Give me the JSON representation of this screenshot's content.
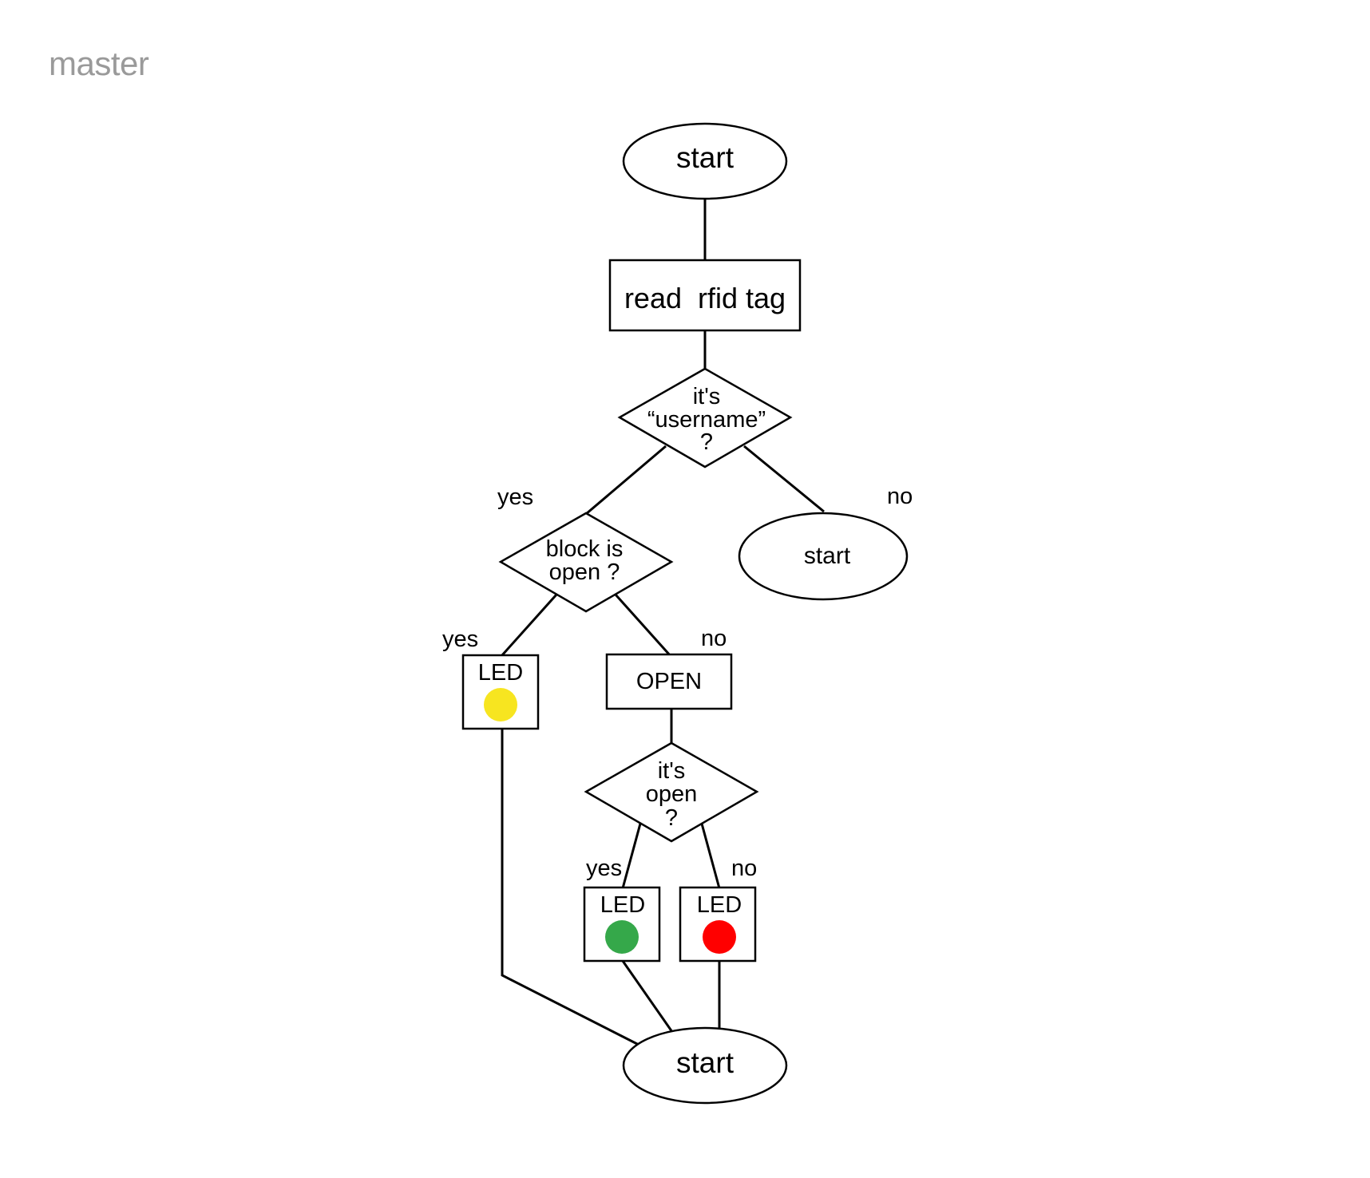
{
  "title": "master",
  "nodes": {
    "start_top": {
      "type": "terminal",
      "label": "start"
    },
    "read_tag": {
      "type": "process",
      "label": "read  rfid tag"
    },
    "is_username": {
      "type": "decision",
      "lines": [
        "it's",
        "“username”",
        "?"
      ]
    },
    "start_no_user": {
      "type": "terminal",
      "label": "start"
    },
    "block_open": {
      "type": "decision",
      "lines": [
        "block is",
        "open ?"
      ]
    },
    "led_yellow": {
      "type": "process",
      "label": "LED",
      "led_color": "#f7e520"
    },
    "open_action": {
      "type": "process",
      "label": "OPEN"
    },
    "is_open": {
      "type": "decision",
      "lines": [
        "it's",
        "open",
        "?"
      ]
    },
    "led_green": {
      "type": "process",
      "label": "LED",
      "led_color": "#35a84a"
    },
    "led_red": {
      "type": "process",
      "label": "LED",
      "led_color": "#ff0000"
    },
    "start_bottom": {
      "type": "terminal",
      "label": "start"
    }
  },
  "edge_labels": {
    "username_yes": "yes",
    "username_no": "no",
    "block_yes": "yes",
    "block_no": "no",
    "open_yes": "yes",
    "open_no": "no"
  },
  "edges": [
    {
      "from": "start_top",
      "to": "read_tag"
    },
    {
      "from": "read_tag",
      "to": "is_username"
    },
    {
      "from": "is_username",
      "to": "block_open",
      "label": "yes"
    },
    {
      "from": "is_username",
      "to": "start_no_user",
      "label": "no"
    },
    {
      "from": "block_open",
      "to": "led_yellow",
      "label": "yes"
    },
    {
      "from": "block_open",
      "to": "open_action",
      "label": "no"
    },
    {
      "from": "open_action",
      "to": "is_open"
    },
    {
      "from": "is_open",
      "to": "led_green",
      "label": "yes"
    },
    {
      "from": "is_open",
      "to": "led_red",
      "label": "no"
    },
    {
      "from": "led_yellow",
      "to": "start_bottom"
    },
    {
      "from": "led_green",
      "to": "start_bottom"
    },
    {
      "from": "led_red",
      "to": "start_bottom"
    }
  ]
}
